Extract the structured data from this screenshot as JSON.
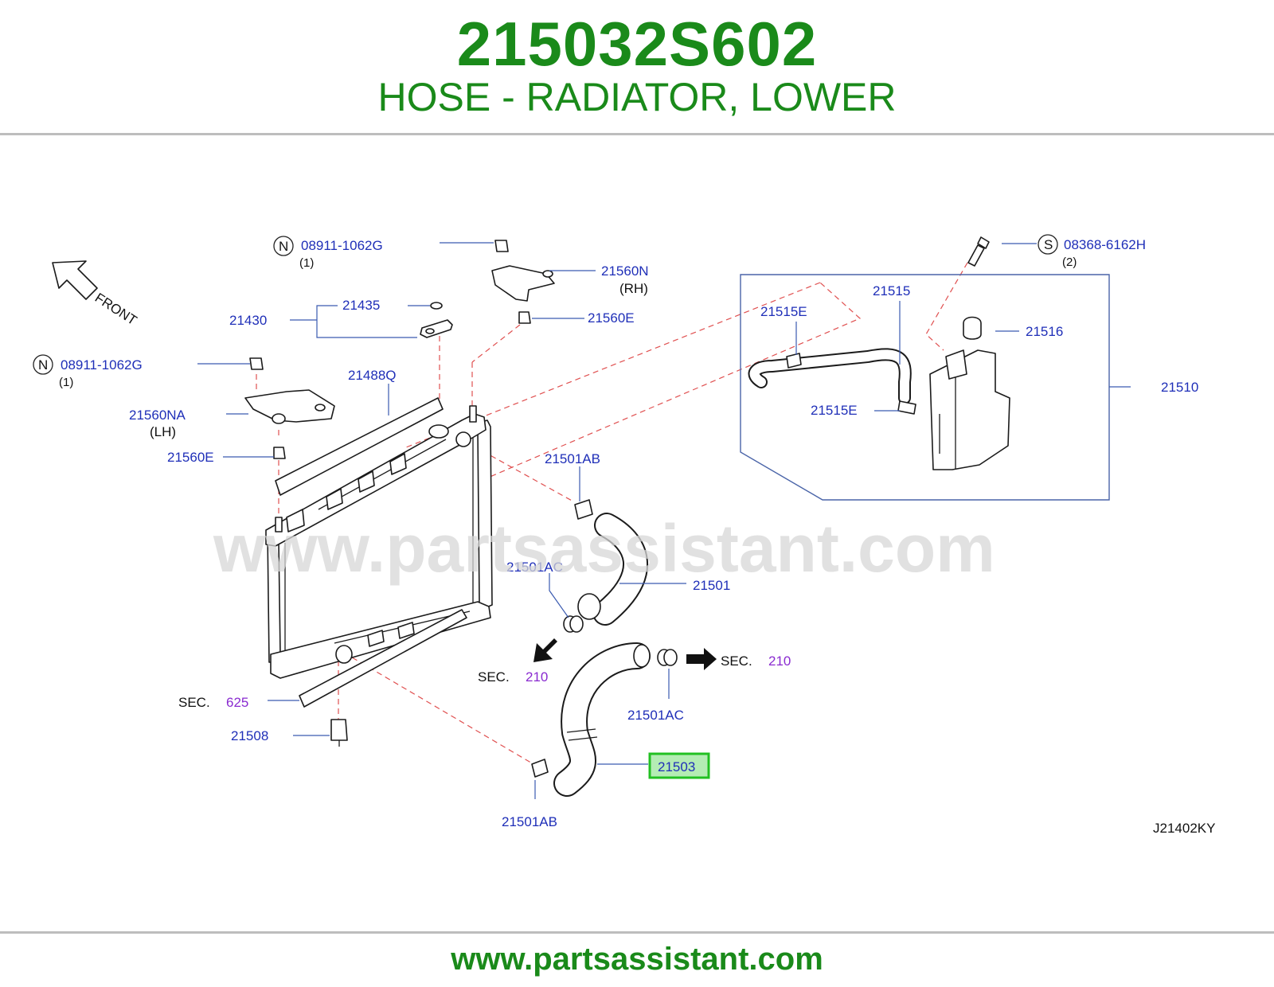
{
  "header": {
    "part_number": "215032S602",
    "description": "HOSE - RADIATOR, LOWER"
  },
  "diagram": {
    "front_label": "FRONT",
    "watermark": "www.partsassistant.com",
    "diagram_code": "J21402KY",
    "highlight_color": "#22c022",
    "callouts": {
      "nut_top": "08911-1062G",
      "nut_top_prefix": "N",
      "nut_top_qty": "(1)",
      "bolt": "08368-6162H",
      "bolt_prefix": "S",
      "bolt_qty": "(2)",
      "bracket_rh": "21560N",
      "bracket_rh_side": "(RH)",
      "grommet_rh": "21560E",
      "cap_small": "21435",
      "radiator_cap_group": "21430",
      "nut_left": "08911-1062G",
      "nut_left_prefix": "N",
      "nut_left_qty": "(1)",
      "seal_upper": "21488Q",
      "bracket_lh": "21560NA",
      "bracket_lh_side": "(LH)",
      "grommet_lh": "21560E",
      "reservoir_hose": "21515",
      "hose_clamp_1": "21515E",
      "hose_clamp_2": "21515E",
      "reservoir_cap": "21516",
      "reservoir_tank": "21510",
      "clamp_upper_1": "21501AB",
      "clamp_upper_2": "21501AC",
      "upper_hose": "21501",
      "sec_left_label": "SEC.",
      "sec_left_num": "210",
      "sec_right_label": "SEC.",
      "sec_right_num": "210",
      "sec_625_label": "SEC.",
      "sec_625_num": "625",
      "clamp_lower_ac": "21501AC",
      "mount_lower": "21508",
      "lower_hose": "21503",
      "clamp_lower_ab": "21501AB"
    }
  },
  "footer": {
    "url": "www.partsassistant.com"
  }
}
